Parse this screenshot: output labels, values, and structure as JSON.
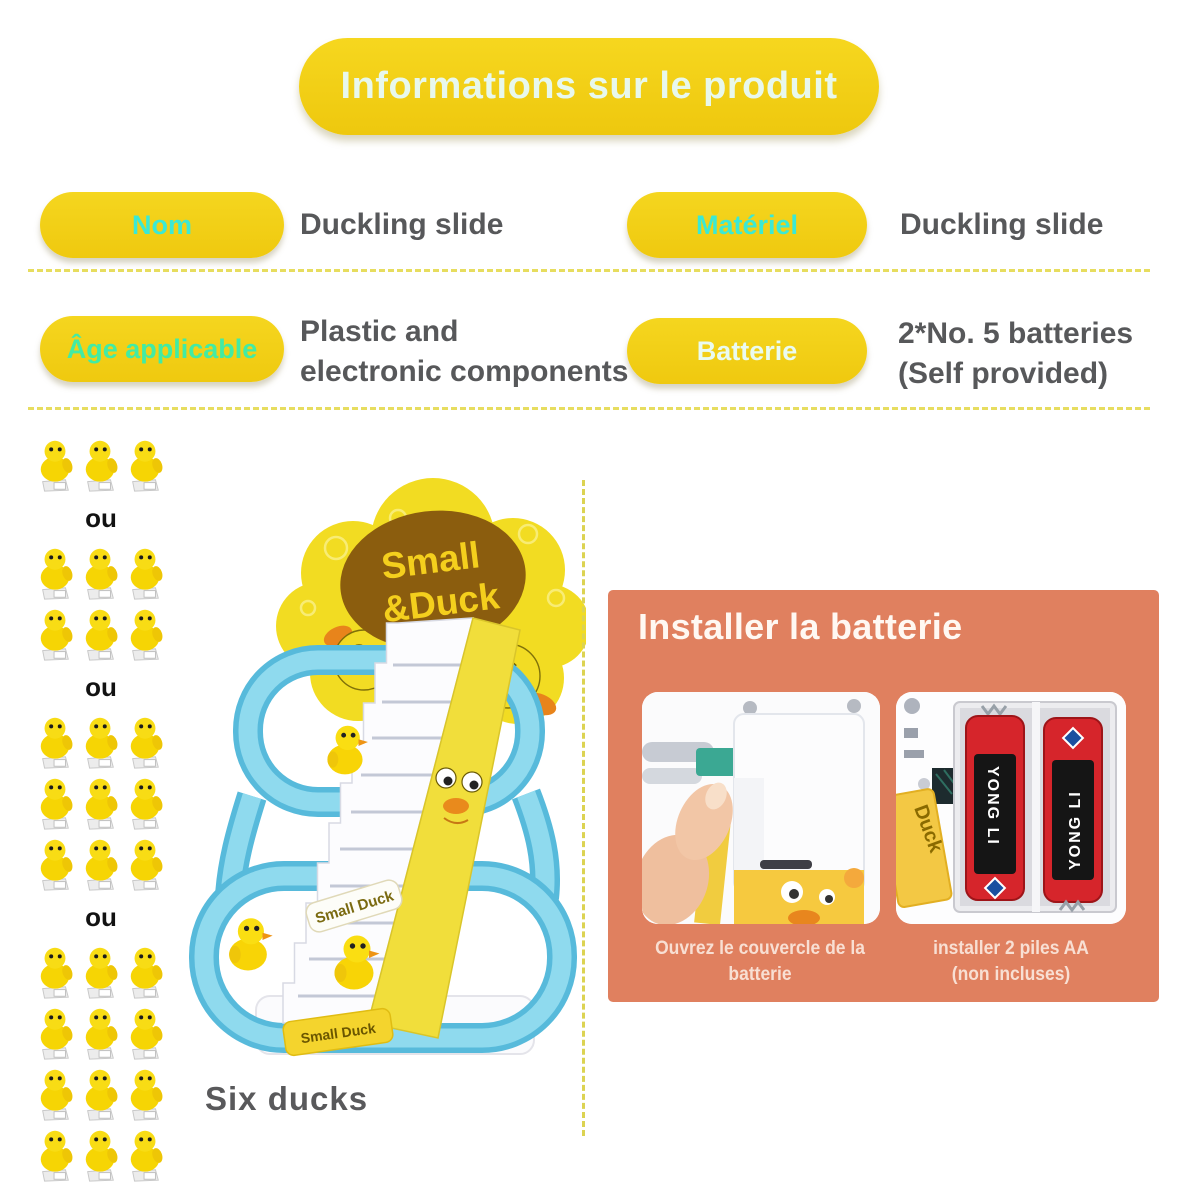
{
  "banner": {
    "label": "Informations sur le produit"
  },
  "specs": {
    "rows": [
      {
        "left": {
          "label": "Nom",
          "value": "Duckling slide"
        },
        "right": {
          "label": "Matériel",
          "value": "Duckling slide"
        }
      },
      {
        "left": {
          "label": "Âge applicable",
          "value": "Plastic and\nelectronic components"
        },
        "right": {
          "label": "Batterie",
          "value": "2*No. 5 batteries\n(Self provided)"
        }
      }
    ]
  },
  "duck_options": {
    "separator_label": "ou",
    "groups": [
      {
        "count": 3
      },
      {
        "count": 6
      },
      {
        "count": 9
      },
      {
        "count": 12
      }
    ],
    "caption": "Six ducks"
  },
  "toy": {
    "sign_line1": "Small",
    "sign_line2": "&Duck",
    "stair_badge": "Small Duck",
    "base_label": "Small Duck"
  },
  "battery_panel": {
    "title": "Installer la batterie",
    "battery_brand": "YONG LI",
    "sticker_label": "Duck",
    "photos": [
      {
        "caption": "Ouvrez le couvercle de la batterie"
      },
      {
        "caption": "installer 2 piles AA\n(non incluses)"
      }
    ]
  },
  "colors": {
    "pill_yellow": "#F2CE17",
    "label_cyan": "#3BE9D4",
    "label_mint": "#42EBA4",
    "label_pale": "#EAFBF0",
    "text_dark": "#57585A",
    "dashed_line": "#E7DD5F",
    "panel_orange": "#E0805F",
    "caption_pink": "#F8DFD3",
    "track_blue_light": "#8FDAEE",
    "track_blue_dark": "#57BADB",
    "duck_yellow": "#F6D504",
    "sign_brown": "#8B5D0E",
    "battery_red": "#D6252B"
  }
}
